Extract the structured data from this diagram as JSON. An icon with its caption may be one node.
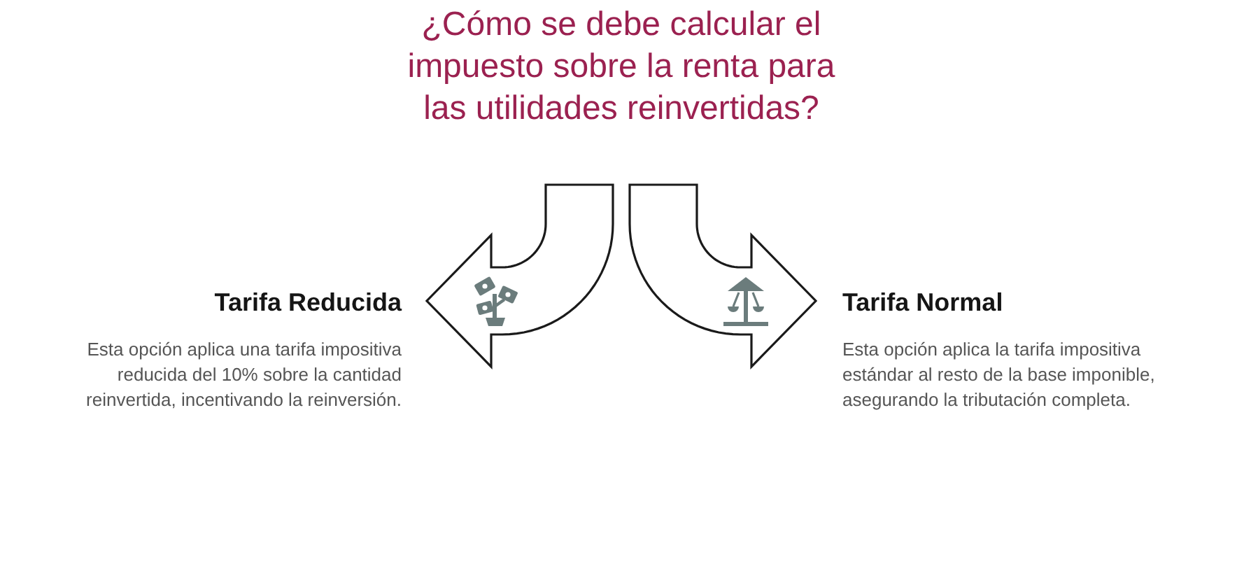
{
  "diagram": {
    "title": "¿Cómo se debe calcular el impuesto sobre la renta para las utilidades reinvertidas?",
    "nodes": [
      {
        "text": [
          "Tarifa Reducida",
          "Esta opción aplica una tarifa impositiva reducida del 10% sobre la cantidad reinvertida, incentivando la reinversión."
        ]
      },
      {
        "text": [
          "Tarifa Normal",
          "Esta opción aplica la tarifa impositiva estándar al resto de la base imponible, asegurando la tributación completa."
        ]
      }
    ],
    "edges": [
      {
        "from": null,
        "to": 0,
        "arrow": "to"
      },
      {
        "from": null,
        "to": 1,
        "arrow": "to"
      }
    ]
  }
}
